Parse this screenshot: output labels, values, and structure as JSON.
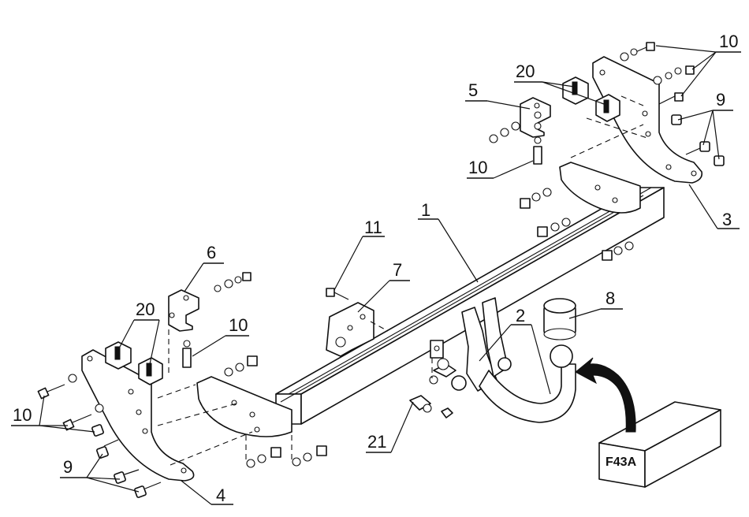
{
  "diagram": {
    "labels": {
      "l1": "1",
      "l2": "2",
      "l3": "3",
      "l4": "4",
      "l5": "5",
      "l6": "6",
      "l7": "7",
      "l8": "8",
      "l9_left": "9",
      "l9_right": "9",
      "l10_left_bolts": "10",
      "l10_bracket6": "10",
      "l10_bracket5": "10",
      "l10_top_right": "10",
      "l11": "11",
      "l20_left": "20",
      "l20_right": "20",
      "l21": "21"
    },
    "package_code": "F43A"
  }
}
